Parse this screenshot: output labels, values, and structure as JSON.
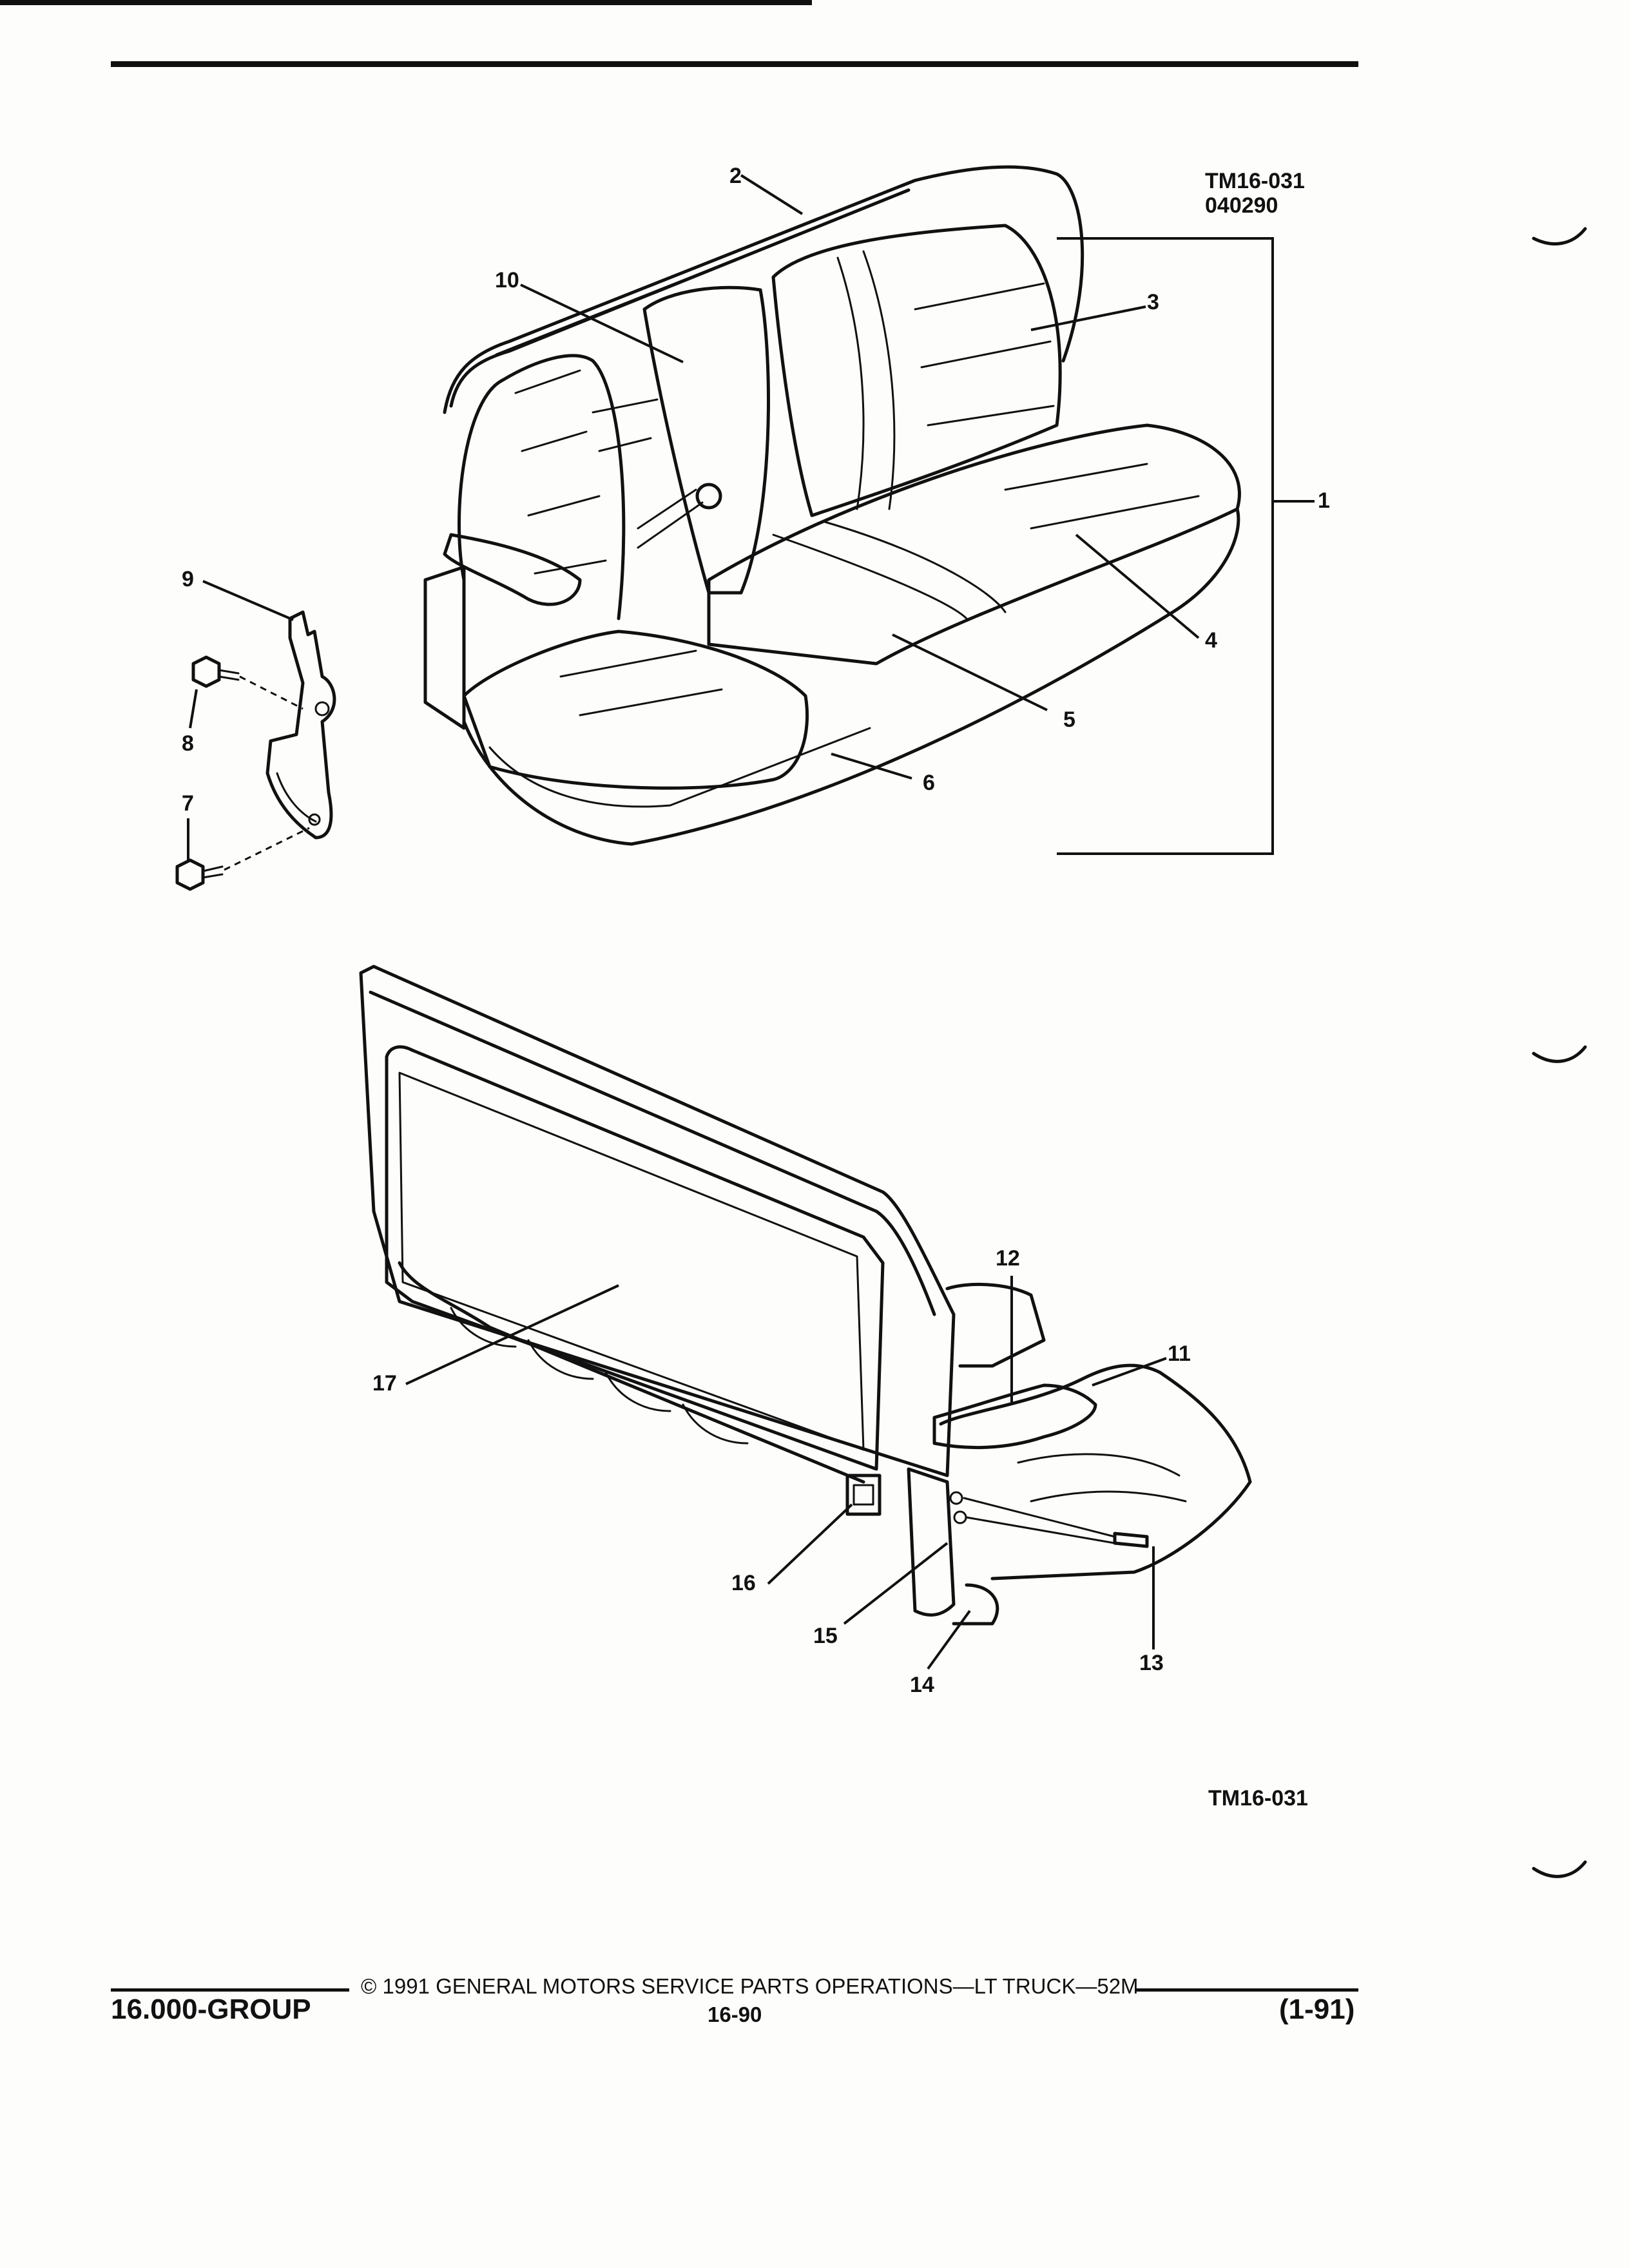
{
  "figure": {
    "code": "TM16-031",
    "date": "040290",
    "code_bottom": "TM16-031"
  },
  "callouts": [
    "1",
    "2",
    "3",
    "4",
    "5",
    "6",
    "7",
    "8",
    "9",
    "10",
    "11",
    "12",
    "13",
    "14",
    "15",
    "16",
    "17"
  ],
  "footer": {
    "group": "16.000-GROUP",
    "copyright": "© 1991 GENERAL MOTORS SERVICE PARTS OPERATIONS—LT TRUCK—52M",
    "page": "16-90",
    "revision": "(1-91)"
  },
  "colors": {
    "ink": "#111111",
    "paper": "#fdfdfb"
  }
}
